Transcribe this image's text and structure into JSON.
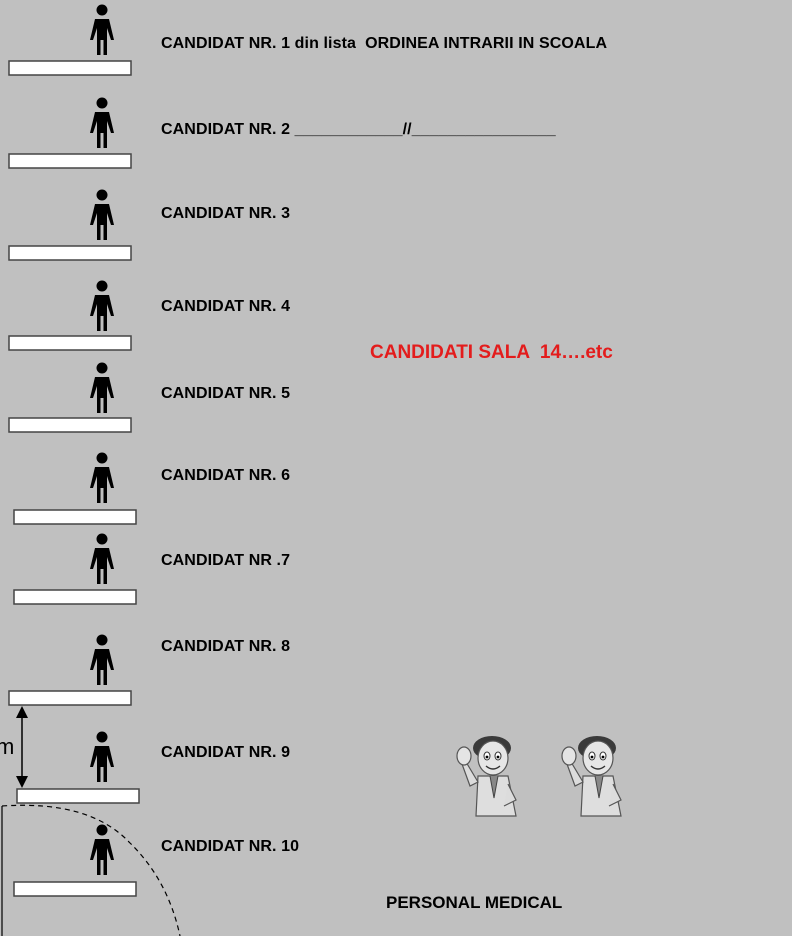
{
  "candidates": [
    {
      "label": "CANDIDAT NR. 1 din lista  ORDINEA INTRARII IN SCOALA"
    },
    {
      "label": "CANDIDAT NR. 2 ____________//________________"
    },
    {
      "label": "CANDIDAT NR. 3"
    },
    {
      "label": "CANDIDAT NR. 4"
    },
    {
      "label": "CANDIDAT NR. 5"
    },
    {
      "label": "CANDIDAT NR. 6"
    },
    {
      "label": "CANDIDAT NR .7"
    },
    {
      "label": "CANDIDAT NR. 8"
    },
    {
      "label": "CANDIDAT NR. 9"
    },
    {
      "label": "CANDIDAT NR. 10"
    }
  ],
  "room_label": "CANDIDATI SALA  14….etc",
  "medical_label": "PERSONAL MEDICAL",
  "distance_label": "m",
  "colors": {
    "background": "#c0c0c0",
    "room_label": "#e31c1c",
    "person": "#000000",
    "mat": "#ffffff"
  },
  "icons": [
    "person-icon",
    "doctor-icon",
    "double-arrow-icon"
  ]
}
